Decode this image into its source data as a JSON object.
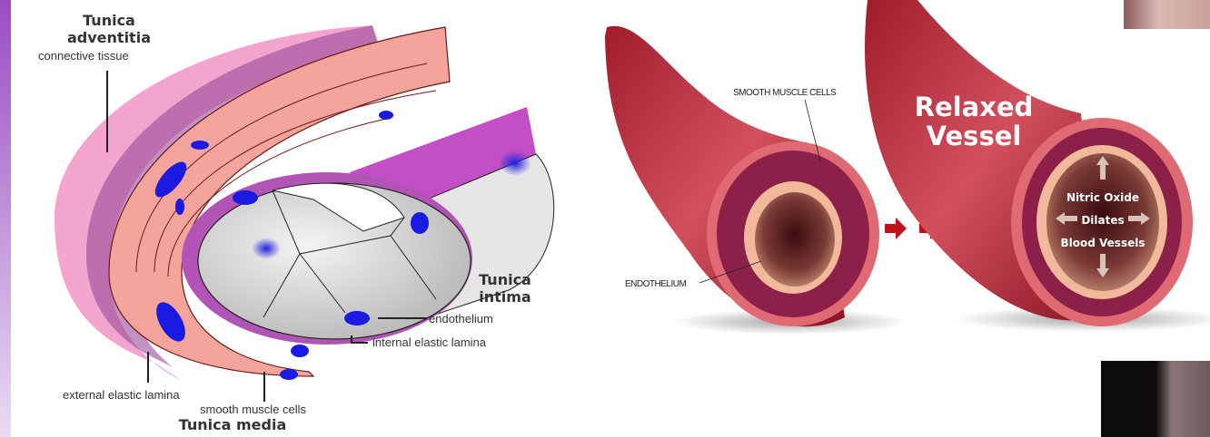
{
  "left_diagram": {
    "tunica_adventitia": [
      "Tunica",
      "adventitia"
    ],
    "connective_tissue": "connective tissue",
    "tunica_intima": [
      "Tunica",
      "intima"
    ],
    "endothelium": "endothelium",
    "internal_elastic_lamina": "internal elastic lamina",
    "external_elastic_lamina": "external elastic lamina",
    "smooth_muscle_cells": "smooth muscle cells",
    "tunica_media": "Tunica media"
  },
  "right_diagram": {
    "smooth_muscle_cells": "SMOOTH MUSCLE CELLS",
    "endothelium": "ENDOTHELIUM",
    "relaxed_vessel": [
      "Relaxed",
      "Vessel"
    ],
    "center_text": [
      "Nitric Oxide",
      "Dilates",
      "Blood Vessels"
    ]
  },
  "colors": {
    "vessel_red": "#b52a3a",
    "arrow_red": "#c0121c",
    "nucleus_blue": "#1a1ae0",
    "intima_magenta": "#c24fc6"
  }
}
